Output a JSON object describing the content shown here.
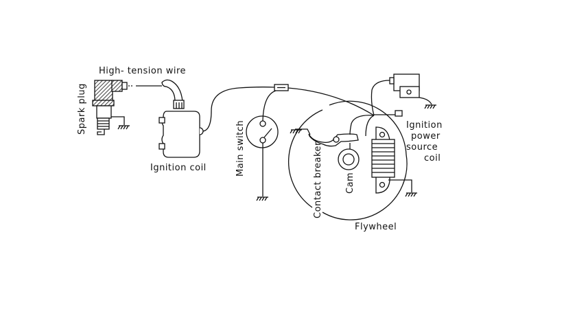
{
  "diagram": {
    "labels": {
      "high_tension_wire": "High- tension wire",
      "spark_plug": "Spark plug",
      "ignition_coil": "Ignition coil",
      "main_switch": "Main switch",
      "contact_breaker": "Contact breaker",
      "cam": "Cam",
      "flywheel": "Flywheel",
      "ignition_power_source_coil": [
        "Ignition",
        "power",
        "source",
        "coil"
      ]
    },
    "colors": {
      "line": "#111111",
      "background": "#ffffff"
    }
  }
}
